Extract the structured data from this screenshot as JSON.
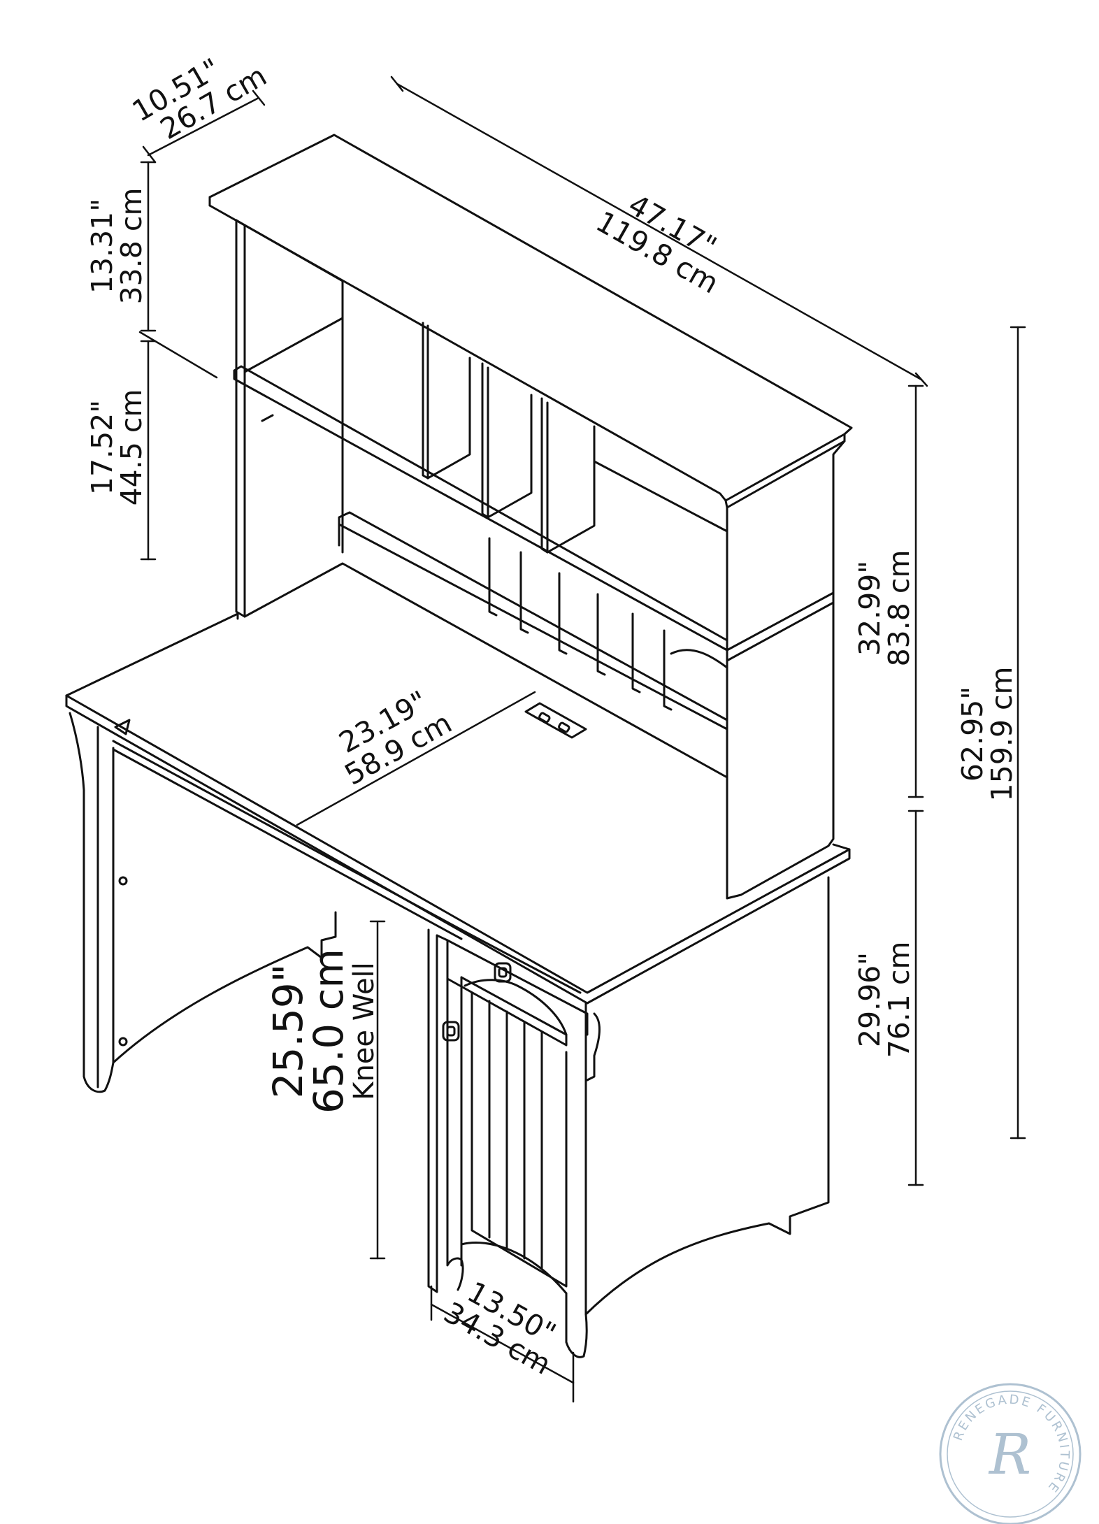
{
  "diagram": {
    "dimensions": {
      "hutch_depth": {
        "inches": "10.51\"",
        "cm": "26.7 cm"
      },
      "hutch_width": {
        "inches": "47.17\"",
        "cm": "119.8 cm"
      },
      "upper_shelf_height": {
        "inches": "13.31\"",
        "cm": "33.8 cm"
      },
      "lower_shelf_height": {
        "inches": "17.52\"",
        "cm": "44.5 cm"
      },
      "hutch_height": {
        "inches": "32.99\"",
        "cm": "83.8 cm"
      },
      "total_height": {
        "inches": "62.95\"",
        "cm": "159.9 cm"
      },
      "desk_depth": {
        "inches": "23.19\"",
        "cm": "58.9 cm"
      },
      "desk_height": {
        "inches": "29.96\"",
        "cm": "76.1 cm"
      },
      "knee_well": {
        "inches": "25.59\"",
        "cm": "65.0 cm",
        "label": "Knee Well"
      },
      "cabinet_width": {
        "inches": "13.50\"",
        "cm": "34.3 cm"
      }
    },
    "watermark": {
      "ring_text": "RENEGADE FURNITURE",
      "letter": "R"
    },
    "colors": {
      "line": "#111111",
      "watermark": "#aec1d1",
      "background": "#ffffff"
    }
  }
}
